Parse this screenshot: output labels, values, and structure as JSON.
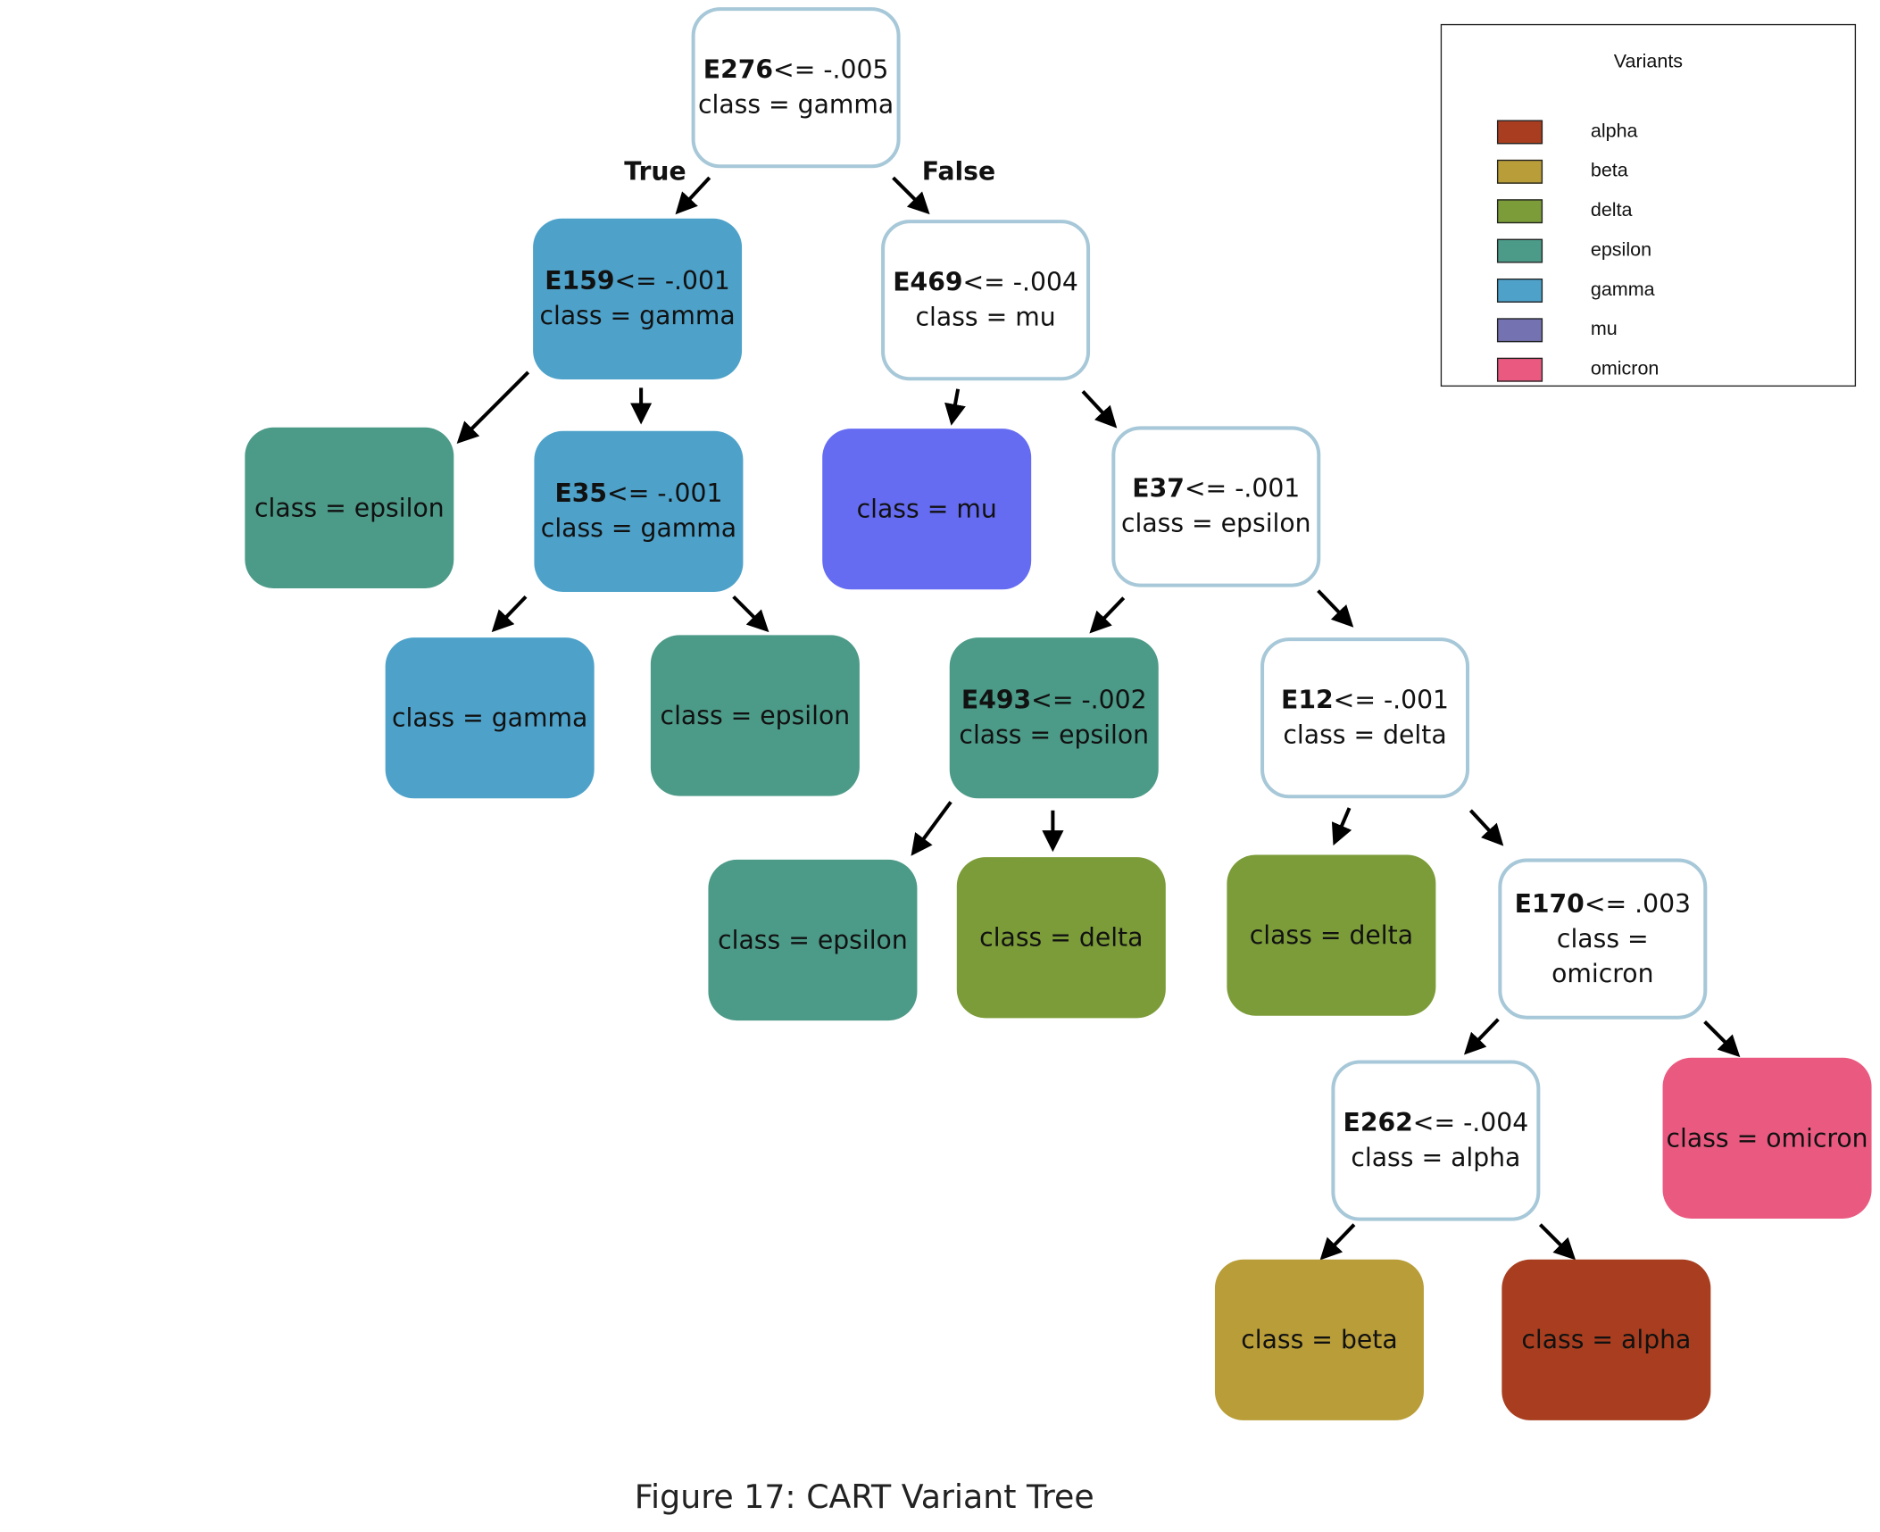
{
  "tree": {
    "edge_labels": {
      "true": "True",
      "false": "False"
    },
    "nodes": [
      {
        "id": "root",
        "feature": "E276",
        "threshold": "<= -.005",
        "class_text": "class = gamma",
        "fill": "white"
      },
      {
        "id": "n159",
        "feature": "E159",
        "threshold": "<= -.001",
        "class_text": "class = gamma",
        "fill": "gamma"
      },
      {
        "id": "n469",
        "feature": "E469",
        "threshold": "<= -.004",
        "class_text": "class = mu",
        "fill": "white"
      },
      {
        "id": "leaf-epsilon-1",
        "feature": "",
        "threshold": "",
        "class_text": "class = epsilon",
        "fill": "epsilon"
      },
      {
        "id": "n35",
        "feature": "E35",
        "threshold": "<= -.001",
        "class_text": "class = gamma",
        "fill": "gamma"
      },
      {
        "id": "leaf-mu",
        "feature": "",
        "threshold": "",
        "class_text": "class = mu",
        "fill": "mu_leaf"
      },
      {
        "id": "n37",
        "feature": "E37",
        "threshold": "<= -.001",
        "class_text": "class = epsilon",
        "fill": "white"
      },
      {
        "id": "leaf-gamma",
        "feature": "",
        "threshold": "",
        "class_text": "class = gamma",
        "fill": "gamma"
      },
      {
        "id": "leaf-epsilon-2",
        "feature": "",
        "threshold": "",
        "class_text": "class = epsilon",
        "fill": "epsilon"
      },
      {
        "id": "n493",
        "feature": "E493",
        "threshold": "<= -.002",
        "class_text": "class = epsilon",
        "fill": "epsilon"
      },
      {
        "id": "n12",
        "feature": "E12",
        "threshold": "<= -.001",
        "class_text": "class = delta",
        "fill": "white"
      },
      {
        "id": "leaf-epsilon-3",
        "feature": "",
        "threshold": "",
        "class_text": "class = epsilon",
        "fill": "epsilon"
      },
      {
        "id": "leaf-delta-1",
        "feature": "",
        "threshold": "",
        "class_text": "class = delta",
        "fill": "delta"
      },
      {
        "id": "leaf-delta-2",
        "feature": "",
        "threshold": "",
        "class_text": "class = delta",
        "fill": "delta"
      },
      {
        "id": "n170",
        "feature": "E170",
        "threshold": "<= .003",
        "class_text": "class = omicron",
        "fill": "white"
      },
      {
        "id": "n262",
        "feature": "E262",
        "threshold": "<= -.004",
        "class_text": "class = alpha",
        "fill": "white"
      },
      {
        "id": "leaf-omicron",
        "feature": "",
        "threshold": "",
        "class_text": "class = omicron",
        "fill": "omicron"
      },
      {
        "id": "leaf-beta",
        "feature": "",
        "threshold": "",
        "class_text": "class = beta",
        "fill": "beta"
      },
      {
        "id": "leaf-alpha",
        "feature": "",
        "threshold": "",
        "class_text": "class = alpha",
        "fill": "alpha"
      }
    ],
    "edges": [
      {
        "from": "root",
        "to": "n159"
      },
      {
        "from": "root",
        "to": "n469"
      },
      {
        "from": "n159",
        "to": "leaf-epsilon-1"
      },
      {
        "from": "n159",
        "to": "n35"
      },
      {
        "from": "n469",
        "to": "leaf-mu"
      },
      {
        "from": "n469",
        "to": "n37"
      },
      {
        "from": "n35",
        "to": "leaf-gamma"
      },
      {
        "from": "n35",
        "to": "leaf-epsilon-2"
      },
      {
        "from": "n37",
        "to": "n493"
      },
      {
        "from": "n37",
        "to": "n12"
      },
      {
        "from": "n493",
        "to": "leaf-epsilon-3"
      },
      {
        "from": "n493",
        "to": "leaf-delta-1"
      },
      {
        "from": "n12",
        "to": "leaf-delta-2"
      },
      {
        "from": "n12",
        "to": "n170"
      },
      {
        "from": "n170",
        "to": "n262"
      },
      {
        "from": "n170",
        "to": "leaf-omicron"
      },
      {
        "from": "n262",
        "to": "leaf-beta"
      },
      {
        "from": "n262",
        "to": "leaf-alpha"
      }
    ]
  },
  "colors": {
    "white": "#ffffff",
    "gamma": "#4ea2ca",
    "epsilon": "#4c9a88",
    "mu_leaf": "#666cf2",
    "delta": "#7b9c38",
    "omicron": "#ea5a80",
    "beta": "#b89d38",
    "alpha": "#a83e1f",
    "node_border": "#a7c8d8"
  },
  "legend": {
    "title": "Variants",
    "items": [
      {
        "label": "alpha",
        "color": "#a83e1f"
      },
      {
        "label": "beta",
        "color": "#b89d38"
      },
      {
        "label": "delta",
        "color": "#7b9c38"
      },
      {
        "label": "epsilon",
        "color": "#4c9a88"
      },
      {
        "label": "gamma",
        "color": "#4ea2ca"
      },
      {
        "label": "mu",
        "color": "#7572b1"
      },
      {
        "label": "omicron",
        "color": "#ea5a80"
      }
    ]
  },
  "caption": "Figure 17: CART Variant Tree"
}
